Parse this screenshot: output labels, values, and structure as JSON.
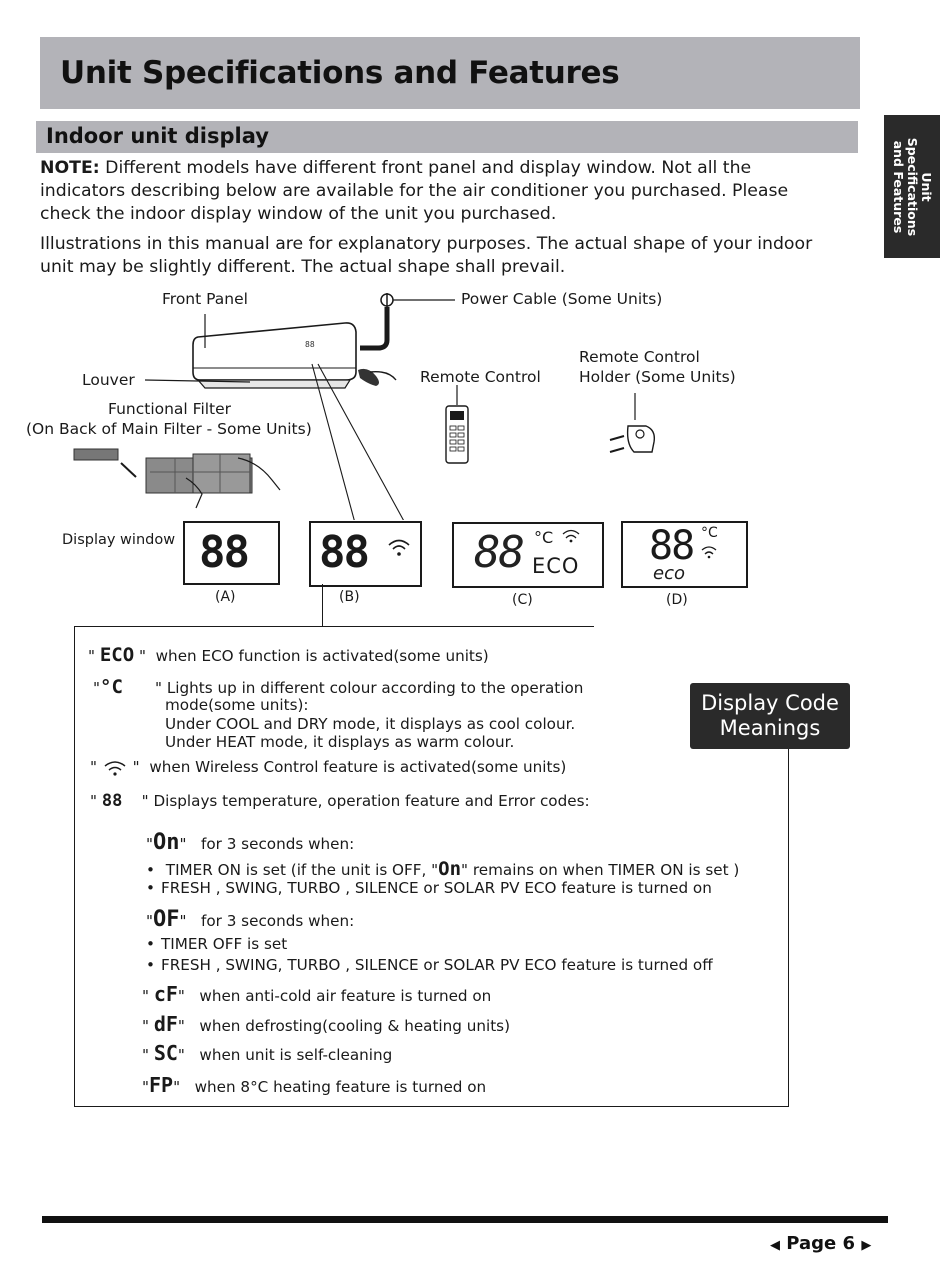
{
  "header": {
    "title": "Unit Specifications and Features",
    "section": "Indoor unit display",
    "side_tab": "Unit\nSpecifications\nand Features"
  },
  "note": {
    "label": "NOTE:",
    "text": " Different models have different front panel and display window. Not all the indicators describing below are available for the air conditioner you purchased. Please check the indoor display window of the unit you purchased.",
    "illustration_text": "Illustrations in this manual are for explanatory purposes. The actual shape of your indoor unit may be slightly different. The actual shape shall prevail."
  },
  "diagram": {
    "front_panel": "Front Panel",
    "power_cable": "Power Cable (Some Units)",
    "louver": "Louver",
    "remote_control": "Remote Control",
    "remote_holder_1": "Remote Control",
    "remote_holder_2": "Holder (Some Units)",
    "filter_1": "Functional Filter",
    "filter_2": "(On Back of Main Filter - Some Units)",
    "display_window": "Display window",
    "unit_display_digits": "88",
    "displays": [
      {
        "letter": "(A)",
        "digits": "88"
      },
      {
        "letter": "(B)",
        "digits": "88"
      },
      {
        "letter": "(C)",
        "digits": "88",
        "unit": "°C",
        "eco": "ECO"
      },
      {
        "letter": "(D)",
        "digits": "88",
        "unit": "°C",
        "eco": "eco"
      }
    ]
  },
  "legend": {
    "badge": "Display Code\nMeanings",
    "eco_sym": "ECO",
    "eco_text": "when ECO function is activated(some units)",
    "c_sym": "°C",
    "c_text_1": "Lights up in different colour according to the operation",
    "c_text_2": "mode(some units):",
    "c_text_3": "Under COOL and DRY mode, it displays as cool colour.",
    "c_text_4": "Under HEAT mode, it displays as warm colour.",
    "wifi_text": "when Wireless Control feature is activated(some units)",
    "digits_sym": "88",
    "digits_text": "Displays  temperature, operation feature and Error codes:",
    "on_sym": "On",
    "on_text": "for 3 seconds when:",
    "on_b1_pre": "TIMER ON is set (if the unit is OFF,",
    "on_b1_post": "remains on when TIMER ON is set )",
    "on_b2": "FRESH , SWING, TURBO , SILENCE  or SOLAR PV ECO  feature is turned on",
    "of_sym": "OF",
    "of_text": "for 3 seconds when:",
    "of_b1": "TIMER OFF is set",
    "of_b2": "FRESH , SWING, TURBO , SILENCE  or SOLAR PV ECO  feature is turned off",
    "cf_sym": "cF",
    "cf_text": "when anti-cold air feature is turned on",
    "df_sym": "dF",
    "df_text": "when defrosting(cooling & heating units)",
    "sc_sym": "SC",
    "sc_text": "when unit is self-cleaning",
    "fp_sym": "FP",
    "fp_text": "when 8°C heating feature is turned on"
  },
  "footer": {
    "page": "Page 6"
  }
}
